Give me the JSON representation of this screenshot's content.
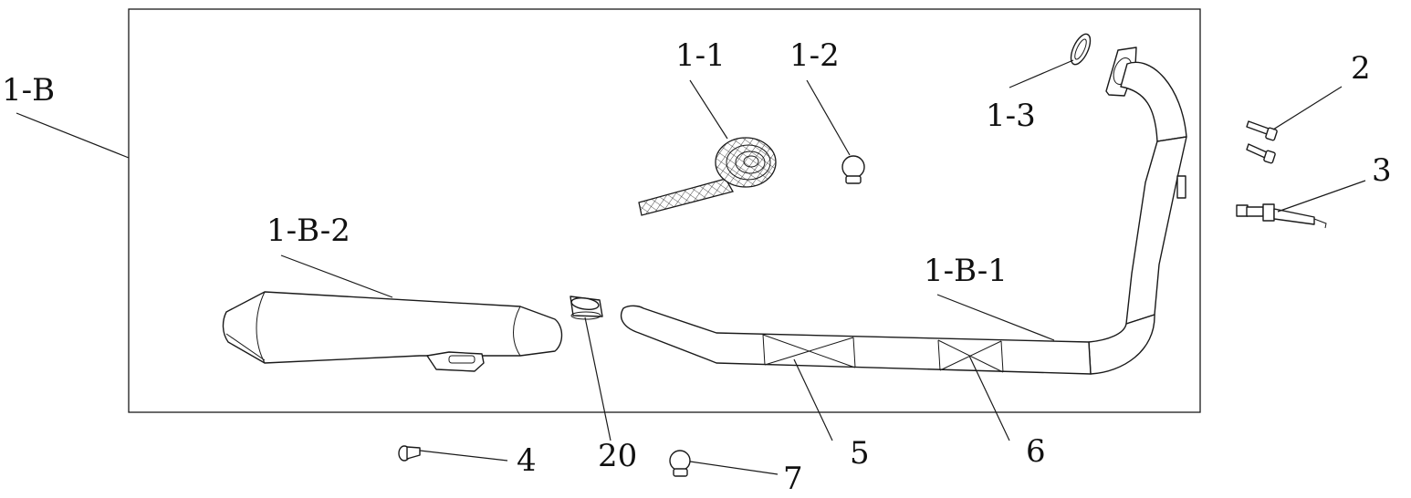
{
  "diagram": {
    "callouts": {
      "c1B": "1-B",
      "c11": "1-1",
      "c12": "1-2",
      "c13": "1-3",
      "c2": "2",
      "c3": "3",
      "c1B2": "1-B-2",
      "c1B1": "1-B-1",
      "c20": "20",
      "c4": "4",
      "c5": "5",
      "c6": "6",
      "c7": "7"
    },
    "colors": {
      "line": "#1a1a1a",
      "background": "#ffffff"
    }
  }
}
